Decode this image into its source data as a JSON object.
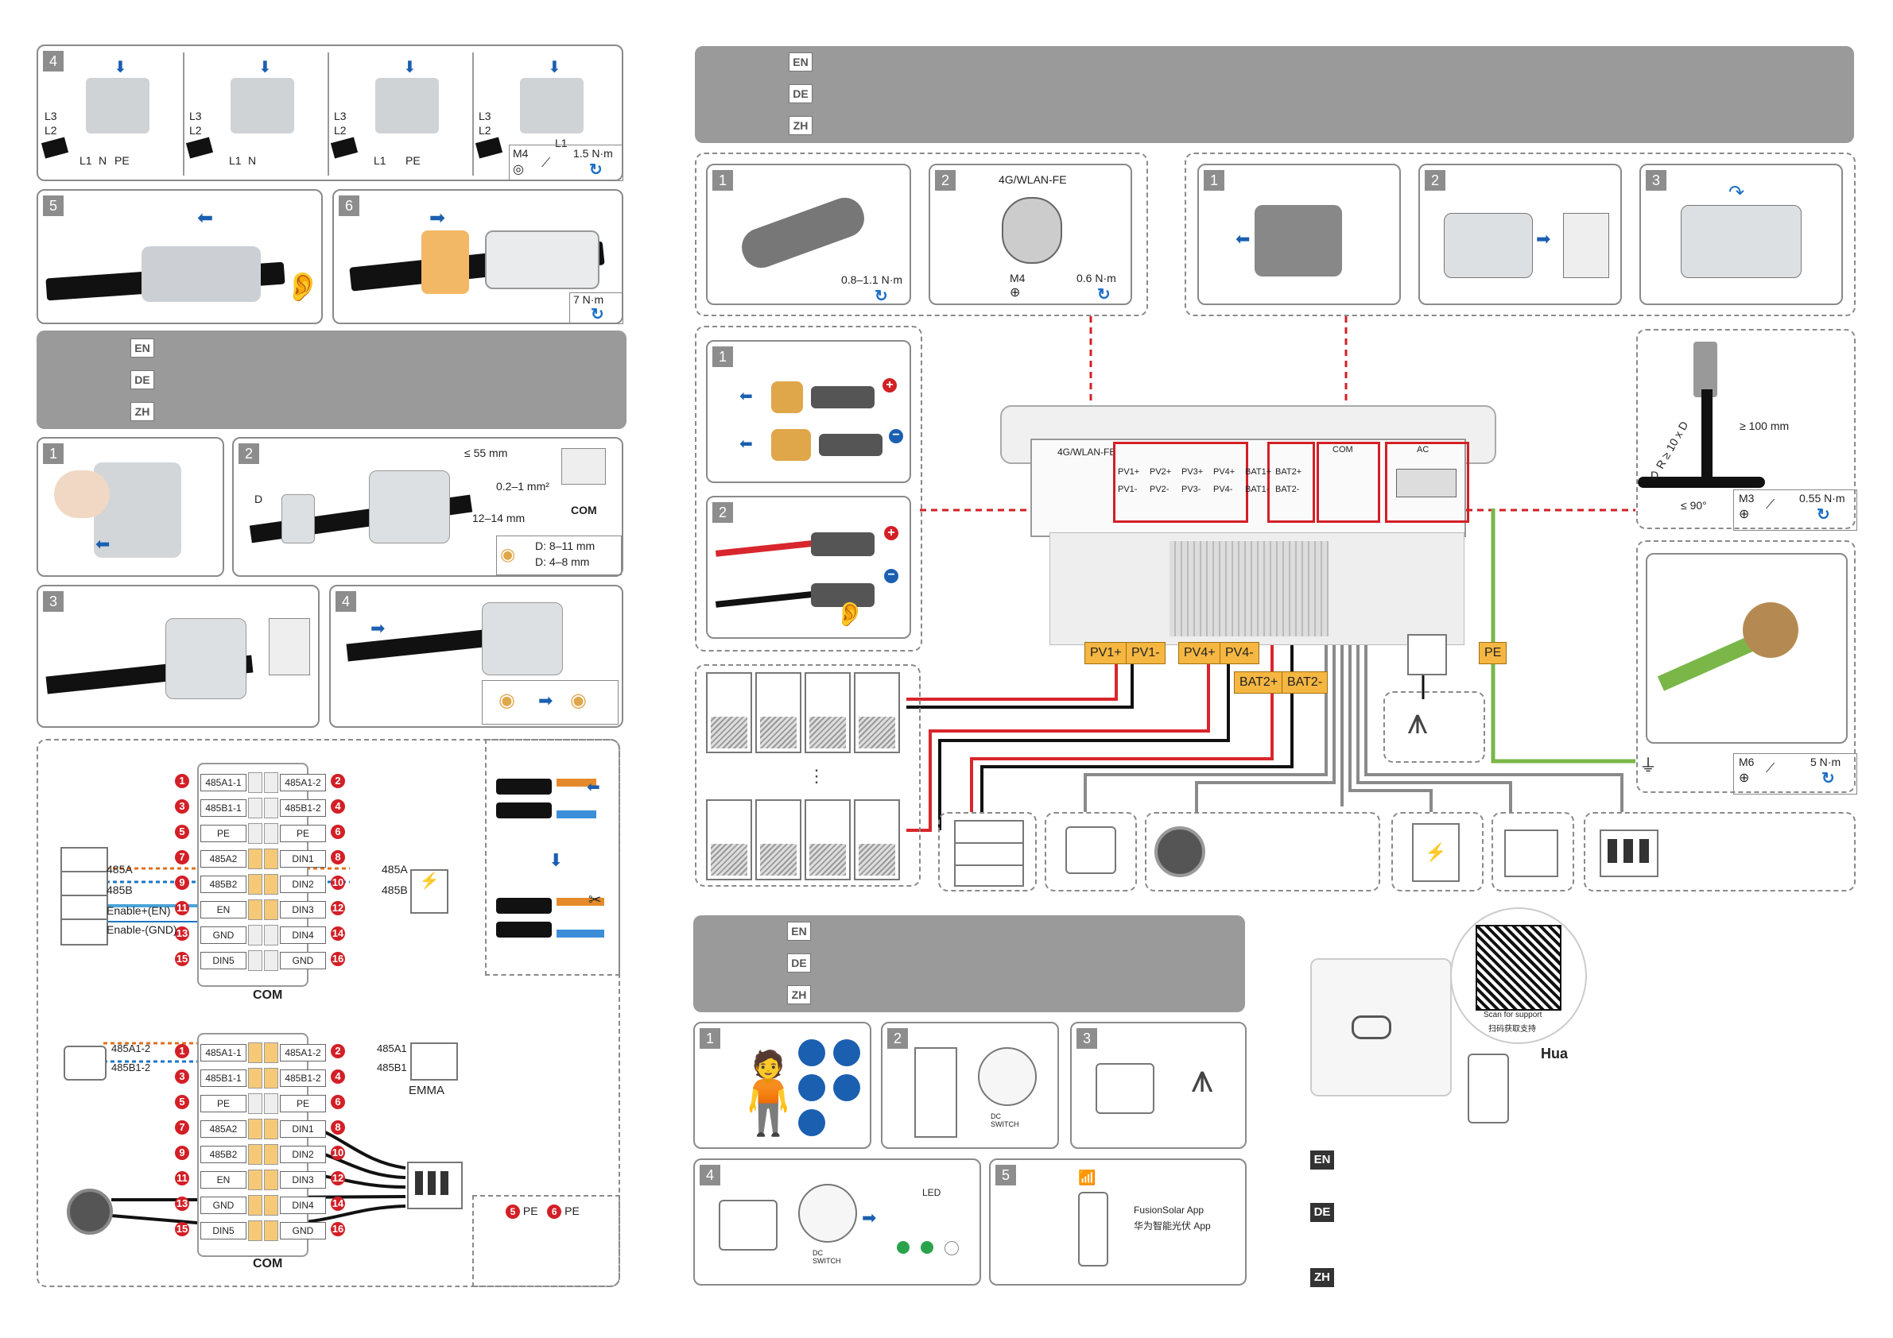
{
  "lang": {
    "en": "EN",
    "de": "DE",
    "zh": "ZH"
  },
  "steps": {
    "s1": "1",
    "s2": "2",
    "s3": "3",
    "s4": "4",
    "s5": "5",
    "s6": "6"
  },
  "ac_connector": {
    "l3": "L3",
    "l2": "L2",
    "l1": "L1",
    "n": "N",
    "pe": "PE",
    "m4": "M4",
    "torque": "1.5 N·m"
  },
  "sealing": {
    "torque": "7 N·m"
  },
  "com_prep": {
    "d": "D",
    "strip1": "≤ 55 mm",
    "wire": "0.2–1 mm²",
    "strip2": "12–14 mm",
    "com": "COM",
    "d1": "D: 8–11 mm",
    "d2": "D: 4–8 mm"
  },
  "com_table1": {
    "rows": [
      {
        "n1": "1",
        "l": "485A1-1",
        "r": "485A1-2",
        "n2": "2"
      },
      {
        "n1": "3",
        "l": "485B1-1",
        "r": "485B1-2",
        "n2": "4"
      },
      {
        "n1": "5",
        "l": "PE",
        "r": "PE",
        "n2": "6"
      },
      {
        "n1": "7",
        "l": "485A2",
        "r": "DIN1",
        "n2": "8"
      },
      {
        "n1": "9",
        "l": "485B2",
        "r": "DIN2",
        "n2": "10"
      },
      {
        "n1": "11",
        "l": "EN",
        "r": "DIN3",
        "n2": "12"
      },
      {
        "n1": "13",
        "l": "GND",
        "r": "DIN4",
        "n2": "14"
      },
      {
        "n1": "15",
        "l": "DIN5",
        "r": "GND",
        "n2": "16"
      }
    ],
    "caption": "COM",
    "w485a": "485A",
    "w485b": "485B",
    "enable_en": "Enable+(EN)",
    "enable_gnd": "Enable-(GND)",
    "m485a": "485A",
    "m485b": "485B"
  },
  "com_table2": {
    "caption": "COM",
    "a12": "485A1-2",
    "b12": "485B1-2",
    "a1": "485A1",
    "b1": "485B1",
    "emma": "EMMA"
  },
  "pe_note": {
    "p5": "5",
    "p6": "6",
    "pe": "PE"
  },
  "antenna": {
    "torque1": "0.8–1.1 N·m",
    "title": "4G/WLAN-FE",
    "m4": "M4",
    "torque2": "0.6 N·m"
  },
  "inverter": {
    "wlan": "4G/WLAN-FE",
    "pv1p": "PV1+",
    "pv2p": "PV2+",
    "pv3p": "PV3+",
    "pv4p": "PV4+",
    "pv1n": "PV1-",
    "pv2n": "PV2-",
    "pv3n": "PV3-",
    "pv4n": "PV4-",
    "bat1p": "BAT1+",
    "bat2p": "BAT2+",
    "bat1n": "BAT1-",
    "bat2n": "BAT2-",
    "com": "COM",
    "ac": "AC"
  },
  "tags": {
    "pv1p": "PV1+",
    "pv1n": "PV1-",
    "pv4p": "PV4+",
    "pv4n": "PV4-",
    "bat2p": "BAT2+",
    "bat2n": "BAT2-",
    "pe": "PE"
  },
  "ground": {
    "clearance": "≥ 100 mm",
    "radius": "R ≥ 10 x D",
    "angle": "≤ 90°",
    "d": "D",
    "m3": "M3",
    "torque3": "0.55 N·m",
    "m6": "M6",
    "torque6": "5 N·m"
  },
  "bottom": {
    "led": "LED",
    "dc_switch": "DC\nSWITCH",
    "dc1": "DC",
    "sw1": "SWITCH",
    "app_en": "FusionSolar App",
    "app_zh": "华为智能光伏 App",
    "scan_en": "Scan for support",
    "scan_zh": "扫码获取支持",
    "brand": "Hua"
  },
  "colors": {
    "red": "#d31f26",
    "orange": "#f5b742",
    "wire_red": "#d8262c",
    "wire_black": "#111111",
    "wire_gray": "#8a8a8a",
    "wire_green": "#7ab648"
  }
}
